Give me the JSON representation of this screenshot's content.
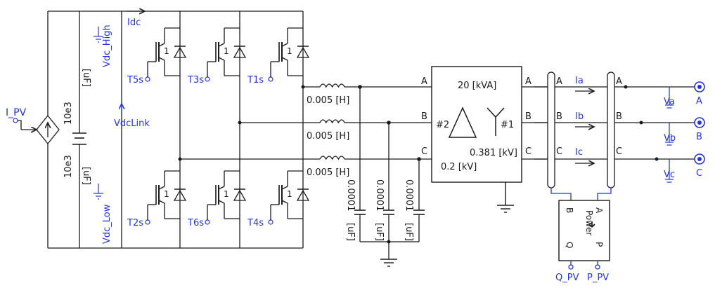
{
  "colors": {
    "wire": "#1a1a1a",
    "signal": "#2233dd",
    "background": "#ffffff"
  },
  "labels": {
    "source": "I_PV",
    "idc": "Idc",
    "vdc_high": "Vdc_High",
    "vdc_link": "VdcLink",
    "vdc_low": "Vdc_Low",
    "cap_upper_value": "10e3",
    "cap_upper_unit": "[uF]",
    "cap_lower_value": "10e3",
    "cap_lower_unit": "[uF]",
    "gates": [
      "T5s",
      "T3s",
      "T1s",
      "T2s",
      "T6s",
      "T4s"
    ],
    "switch_mark": "1",
    "inductors": [
      "0.005 [H]",
      "0.005 [H]",
      "0.005 [H]"
    ],
    "filter_cap_value": "0.0001",
    "filter_cap_unit": "[uF]",
    "phase_a": "A",
    "phase_b": "B",
    "phase_c": "C",
    "transformer_rating": "20 [kVA]",
    "winding_2": "#2",
    "winding_1": "#1",
    "voltage_secondary": "0.381 [kV]",
    "voltage_primary": "0.2 [kV]",
    "current_a": "Ia",
    "current_b": "Ib",
    "current_c": "Ic",
    "volt_a": "Va",
    "volt_b": "Vb",
    "volt_c": "Vc",
    "power_title": "Power",
    "power_a": "A",
    "power_b": "B",
    "power_p": "P",
    "power_q": "Q",
    "out_q": "Q_PV",
    "out_p": "P_PV"
  }
}
